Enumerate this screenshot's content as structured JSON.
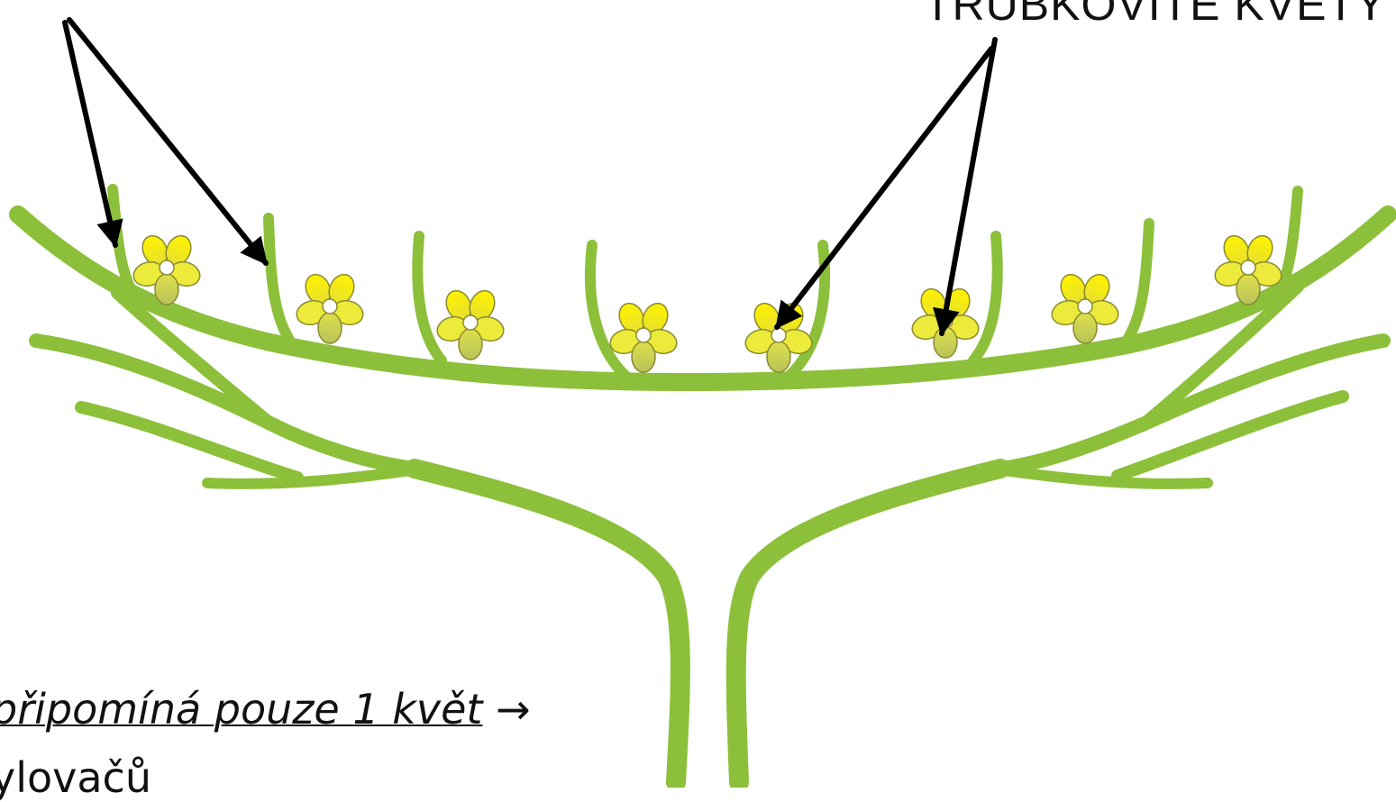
{
  "labels": {
    "tubular_flowers": "TRUBKOVITÉ KVĚTY"
  },
  "caption": {
    "line1_text": "připomíná pouze 1 květ",
    "line1_arrow": "→",
    "line2_text": "ylovačů"
  },
  "colors": {
    "stem": "#8cc03a",
    "petal_top": "#f5ee00",
    "petal_bottom": "#c8cf55",
    "petal_outline": "#8a8a30",
    "arrow": "#000000"
  },
  "icons": {
    "flower": "four-petal-flower-icon",
    "arrow": "arrow-icon"
  }
}
